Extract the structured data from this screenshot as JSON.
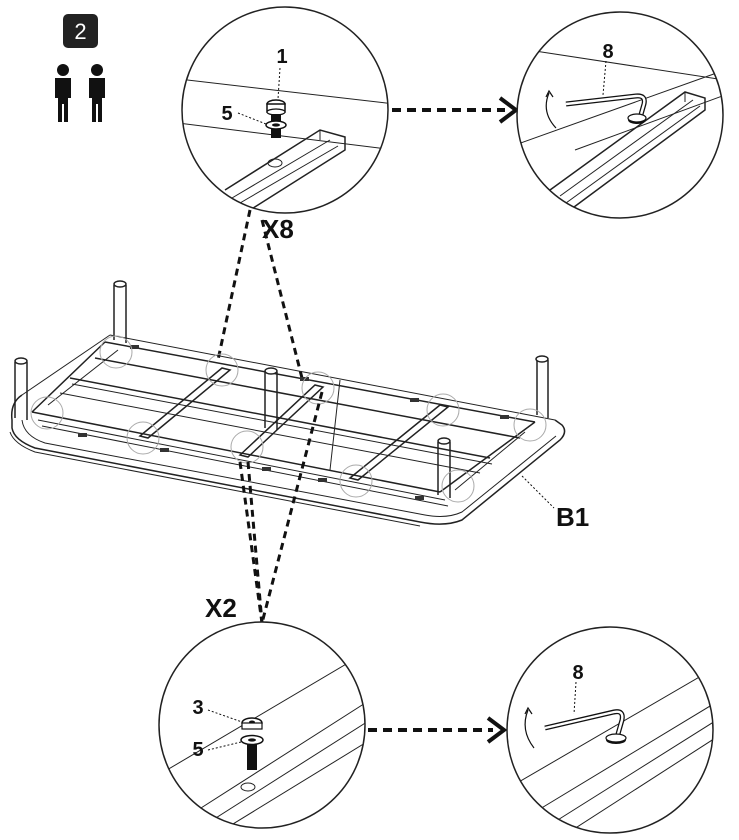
{
  "step": {
    "number": "2",
    "people_icon": "two-people-icon",
    "people_count": 2
  },
  "callouts": {
    "top_left": {
      "part_bolt": "1",
      "part_washer": "5"
    },
    "top_right": {
      "tool": "8"
    },
    "bottom_left": {
      "part_bolt": "3",
      "part_washer": "5"
    },
    "bottom_right": {
      "tool": "8"
    }
  },
  "quantities": {
    "top": "X8",
    "bottom": "X2"
  },
  "part_label": "B1",
  "colors": {
    "ink": "#111111",
    "badge": "#222222",
    "paper": "#ffffff"
  }
}
